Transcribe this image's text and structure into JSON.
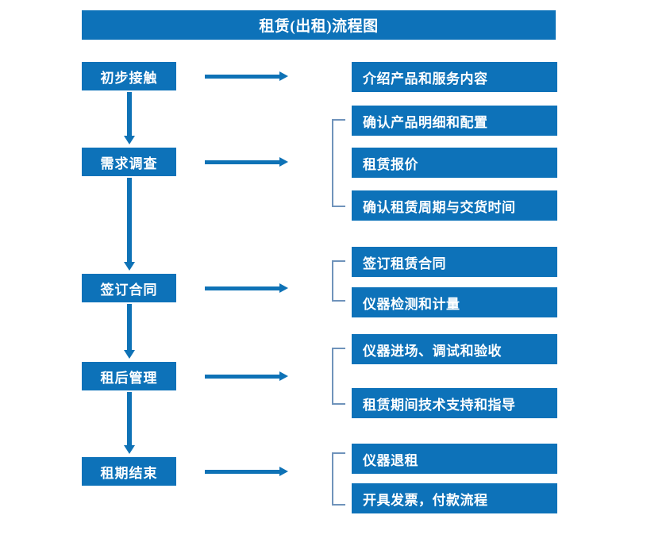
{
  "diagram": {
    "title": "租赁(出租)流程图",
    "accent_color": "#0d72b9",
    "bracket_color": "#6f93bb",
    "text_color": "#ffffff",
    "background_color": "#ffffff",
    "stages": [
      {
        "label": "初步接触"
      },
      {
        "label": "需求调查"
      },
      {
        "label": "签订合同"
      },
      {
        "label": "租后管理"
      },
      {
        "label": "租期结束"
      }
    ],
    "details": [
      {
        "label": "介绍产品和服务内容"
      },
      {
        "label": "确认产品明细和配置"
      },
      {
        "label": "租赁报价"
      },
      {
        "label": "确认租赁周期与交货时间"
      },
      {
        "label": "签订租赁合同"
      },
      {
        "label": "仪器检测和计量"
      },
      {
        "label": "仪器进场、调试和验收"
      },
      {
        "label": "租赁期间技术支持和指导"
      },
      {
        "label": "仪器退租"
      },
      {
        "label": "开具发票，付款流程"
      }
    ]
  }
}
